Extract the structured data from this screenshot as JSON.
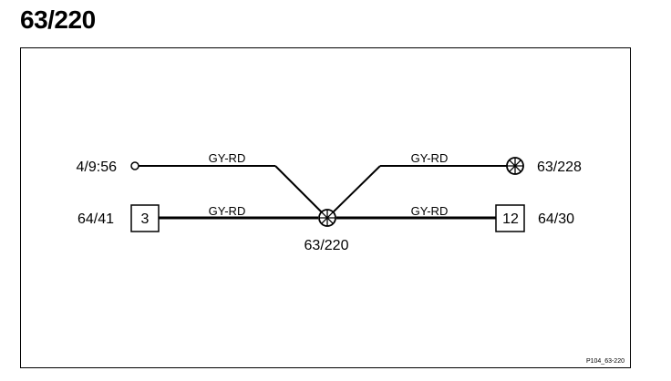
{
  "page": {
    "title": "63/220"
  },
  "diagram": {
    "center_splice": "63/220",
    "terminals": {
      "top_left": "4/9:56",
      "top_right": "63/228",
      "bottom_left": "64/41",
      "bottom_right": "64/30"
    },
    "connector_pins": {
      "left_pin": "3",
      "right_pin": "12"
    },
    "wires": {
      "top_left": "GY-RD",
      "top_right": "GY-RD",
      "bottom_left": "GY-RD",
      "bottom_right": "GY-RD"
    },
    "reference": "P104_63-220"
  }
}
